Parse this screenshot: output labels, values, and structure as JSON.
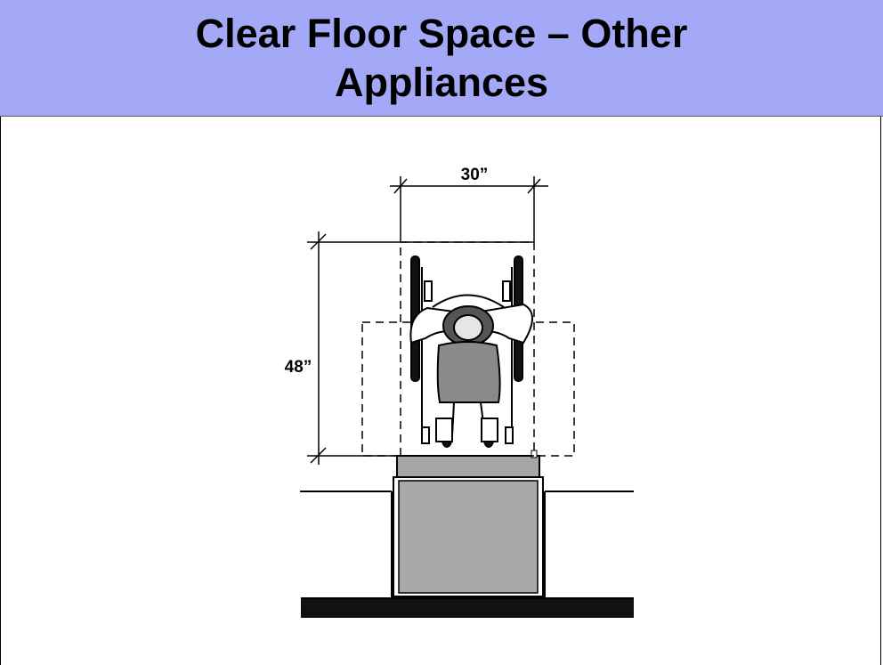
{
  "slide": {
    "title": "Clear Floor Space – Other Appliances"
  },
  "diagram": {
    "width_label": "30”",
    "depth_label": "48”"
  }
}
